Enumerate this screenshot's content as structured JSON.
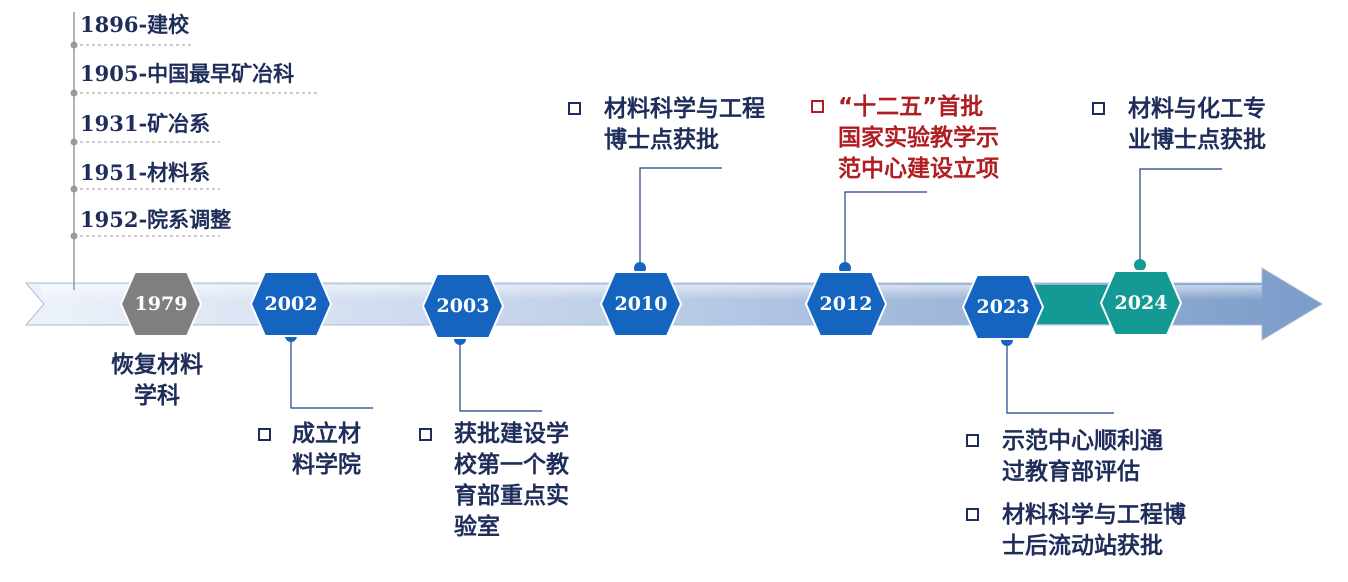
{
  "early_history": [
    {
      "text": "1896-建校"
    },
    {
      "text": "1905-中国最早矿冶科"
    },
    {
      "text": "1931-矿冶系"
    },
    {
      "text": "1951-材料系"
    },
    {
      "text": "1952-院系调整"
    }
  ],
  "milestones": [
    {
      "year": "1979",
      "color": "#7f7f7f",
      "caption": [
        "恢复材料",
        "学科"
      ]
    },
    {
      "year": "2002",
      "color": "#1565c0",
      "caption": [
        "成立材",
        "料学院"
      ]
    },
    {
      "year": "2003",
      "color": "#1565c0",
      "caption": [
        "获批建设学",
        "校第一个教",
        "育部重点实",
        "验室"
      ]
    },
    {
      "year": "2010",
      "color": "#1565c0",
      "caption": [
        "材料科学与工程",
        "博士点获批"
      ]
    },
    {
      "year": "2012",
      "color": "#1565c0",
      "caption": [
        "“十二五”首批",
        "国家实验教学示",
        "范中心建设立项"
      ],
      "caption_color": "#b01e23"
    },
    {
      "year": "2023",
      "color": "#1565c0",
      "caption_groups": [
        [
          "示范中心顺利通",
          "过教育部评估"
        ],
        [
          "材料科学与工程博",
          "士后流动站获批"
        ]
      ]
    },
    {
      "year": "2024",
      "color": "#139a94",
      "caption": [
        "材料与化工专",
        "业博士点获批"
      ]
    }
  ],
  "colors": {
    "text_navy": "#1f2d5a",
    "highlight_red": "#b01e23",
    "hex_blue": "#1565c0",
    "hex_gray": "#7f7f7f",
    "hex_teal": "#139a94",
    "arrow_light": "#dbe5f3",
    "arrow_dark": "#7b9bc9"
  }
}
